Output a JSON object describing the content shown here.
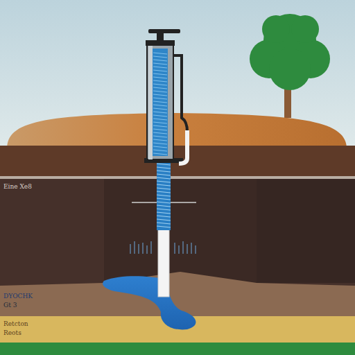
{
  "diagram": {
    "labels": [
      "Eine Xe8",
      "DYOCHK",
      "Gt 3",
      "Retcton",
      "Reots"
    ]
  }
}
